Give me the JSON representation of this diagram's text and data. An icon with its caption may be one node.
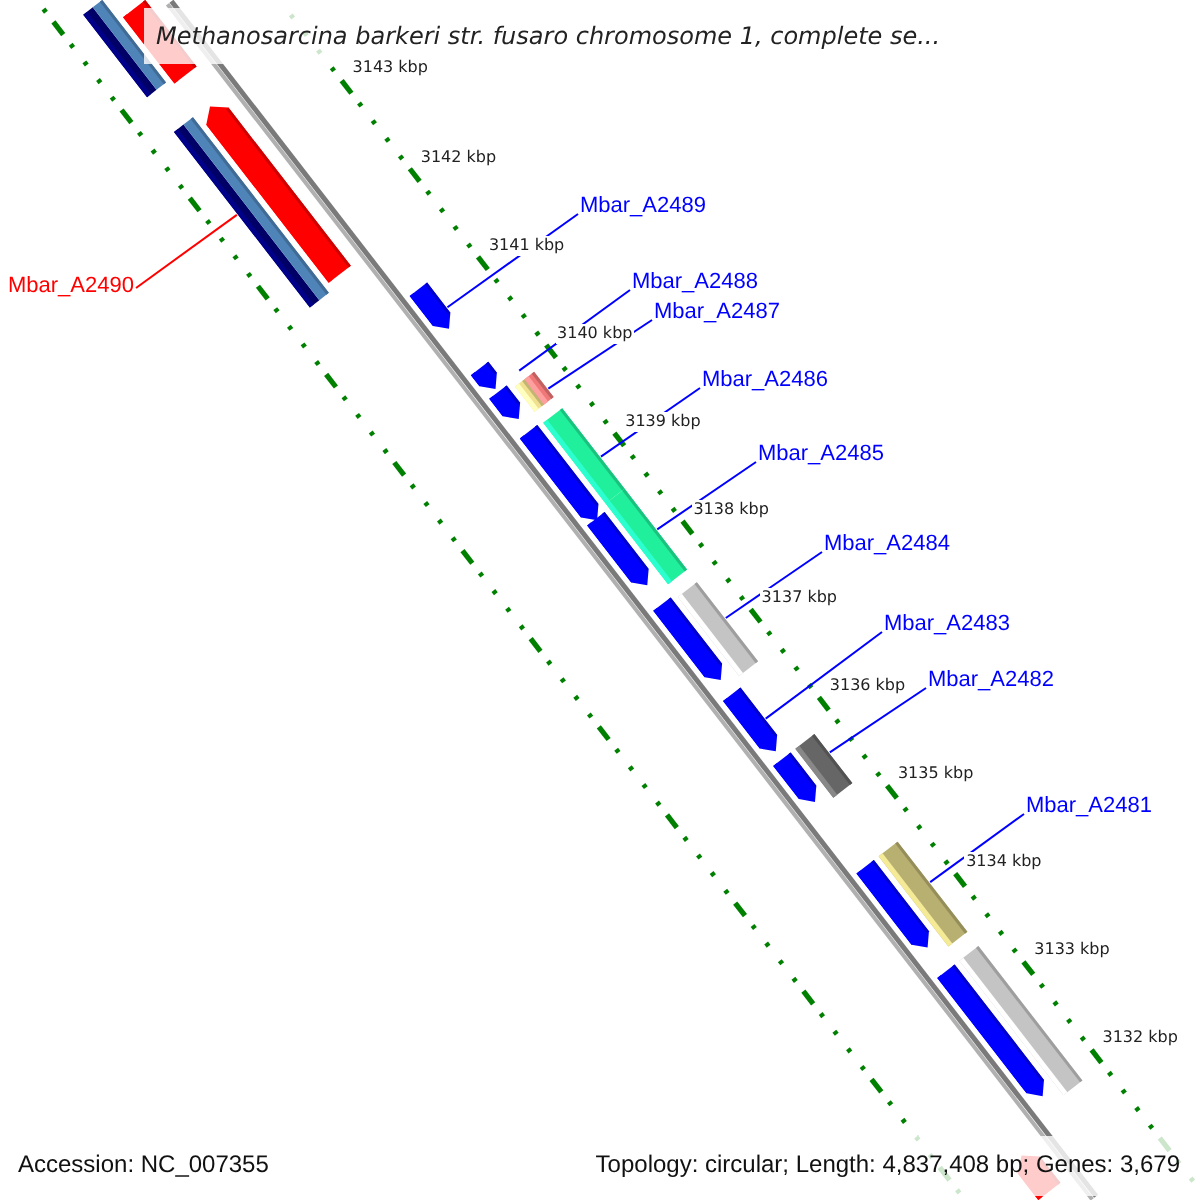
{
  "diagram": {
    "title": "Methanosarcina barkeri str. fusaro chromosome 1, complete se...",
    "nodes": [
      {
        "text": [
          "Mbar_A2490"
        ]
      },
      {
        "text": [],
        "shape": "bar"
      },
      {
        "text": [
          "Mbar_A2489"
        ]
      },
      {
        "text": [],
        "shape": "bar"
      },
      {
        "text": [
          "Mbar_A2488"
        ]
      },
      {
        "text": [],
        "shape": "bar"
      },
      {
        "text": [
          "Mbar_A2487"
        ]
      },
      {
        "text": [],
        "shape": "bar"
      },
      {
        "text": [
          "Mbar_A2486"
        ]
      },
      {
        "text": [],
        "shape": "bar"
      },
      {
        "text": [
          "Mbar_A2485"
        ]
      },
      {
        "text": [],
        "shape": "bar"
      },
      {
        "text": [
          "Mbar_A2484"
        ]
      },
      {
        "text": [],
        "shape": "bar"
      },
      {
        "text": [
          "Mbar_A2483"
        ]
      },
      {
        "text": [],
        "shape": "bar"
      },
      {
        "text": [
          "Mbar_A2482"
        ]
      },
      {
        "text": [],
        "shape": "bar"
      },
      {
        "text": [
          "Mbar_A2481"
        ]
      },
      {
        "text": [],
        "shape": "bar"
      }
    ],
    "edges": [
      {
        "from": 0,
        "to": 1,
        "arrow": "none",
        "color": "#ff0000"
      },
      {
        "from": 2,
        "to": 3,
        "arrow": "none"
      },
      {
        "from": 4,
        "to": 5,
        "arrow": "none"
      },
      {
        "from": 6,
        "to": 7,
        "arrow": "none"
      },
      {
        "from": 8,
        "to": 9,
        "arrow": "none"
      },
      {
        "from": 10,
        "to": 11,
        "arrow": "none"
      },
      {
        "from": 12,
        "to": 13,
        "arrow": "none"
      },
      {
        "from": 14,
        "to": 15,
        "arrow": "none"
      },
      {
        "from": 16,
        "to": 17,
        "arrow": "none"
      },
      {
        "from": 18,
        "to": 19,
        "arrow": "none"
      }
    ],
    "labels": [
      "3143 kbp",
      "3142 kbp",
      "3141 kbp",
      "3140 kbp",
      "3139 kbp",
      "3138 kbp",
      "3137 kbp",
      "3136 kbp",
      "3135 kbp",
      "3134 kbp",
      "3133 kbp",
      "3132 kbp",
      "Accession: NC_007355",
      "Topology: circular; Length: 4,837,408 bp; Genes: 3,679"
    ]
  }
}
